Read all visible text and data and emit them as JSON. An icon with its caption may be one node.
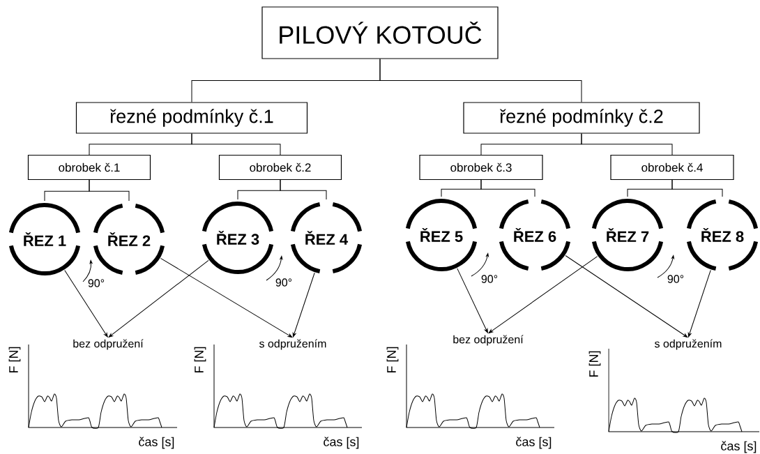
{
  "diagram": {
    "nodes": [
      {
        "text": [
          "PILOVÝ KOTOUČ"
        ]
      },
      {
        "text": [
          "řezné podmínky č.1"
        ]
      },
      {
        "text": [
          "řezné podmínky č.2"
        ]
      },
      {
        "text": [
          "obrobek č.1"
        ]
      },
      {
        "text": [
          "obrobek č.2"
        ]
      },
      {
        "text": [
          "obrobek č.3"
        ]
      },
      {
        "text": [
          "obrobek č.4"
        ]
      },
      {
        "text": [
          "ŘEZ 1"
        ]
      },
      {
        "text": [
          "ŘEZ 2"
        ]
      },
      {
        "text": [
          "ŘEZ 3"
        ]
      },
      {
        "text": [
          "ŘEZ 4"
        ]
      },
      {
        "text": [
          "ŘEZ 5"
        ]
      },
      {
        "text": [
          "ŘEZ 6"
        ]
      },
      {
        "text": [
          "ŘEZ 7"
        ]
      },
      {
        "text": [
          "ŘEZ 8"
        ]
      },
      {
        "text": [
          "bez odpružení"
        ]
      },
      {
        "text": [
          "s odpružením"
        ]
      },
      {
        "text": [
          "bez odpružení"
        ]
      },
      {
        "text": [
          "s odpružením"
        ]
      }
    ],
    "edges": [
      {
        "from": 0,
        "to": 1,
        "arrow": "none"
      },
      {
        "from": 0,
        "to": 2,
        "arrow": "none"
      },
      {
        "from": 1,
        "to": 3,
        "arrow": "none"
      },
      {
        "from": 1,
        "to": 4,
        "arrow": "none"
      },
      {
        "from": 2,
        "to": 5,
        "arrow": "none"
      },
      {
        "from": 2,
        "to": 6,
        "arrow": "none"
      },
      {
        "from": 3,
        "to": 7,
        "arrow": "none"
      },
      {
        "from": 3,
        "to": 8,
        "arrow": "none"
      },
      {
        "from": 4,
        "to": 9,
        "arrow": "none"
      },
      {
        "from": 4,
        "to": 10,
        "arrow": "none"
      },
      {
        "from": 5,
        "to": 11,
        "arrow": "none"
      },
      {
        "from": 5,
        "to": 12,
        "arrow": "none"
      },
      {
        "from": 6,
        "to": 13,
        "arrow": "none"
      },
      {
        "from": 6,
        "to": 14,
        "arrow": "none"
      },
      {
        "from": 7,
        "to": 15,
        "arrow": "to"
      },
      {
        "from": 8,
        "to": 16,
        "arrow": "to"
      },
      {
        "from": 9,
        "to": 15,
        "arrow": "to"
      },
      {
        "from": 10,
        "to": 16,
        "arrow": "to"
      },
      {
        "from": 11,
        "to": 17,
        "arrow": "to"
      },
      {
        "from": 12,
        "to": 18,
        "arrow": "to"
      },
      {
        "from": 13,
        "to": 17,
        "arrow": "to"
      },
      {
        "from": 14,
        "to": 18,
        "arrow": "to"
      }
    ],
    "labels": [
      "90°",
      "90°",
      "90°",
      "90°",
      "F [N]",
      "čas [s]",
      "F [N]",
      "čas [s]",
      "F [N]",
      "čas [s]",
      "F [N]",
      "čas [s]"
    ]
  }
}
